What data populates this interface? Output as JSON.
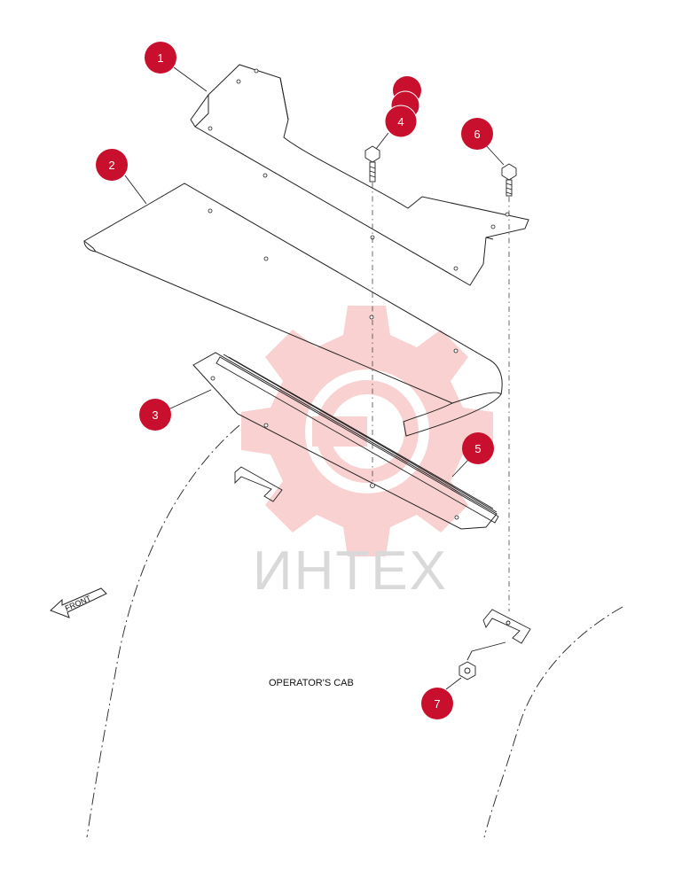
{
  "watermark": {
    "text": "ИНТЕХ",
    "gear_color": "#f8c9c9",
    "text_color": "#d9d9d9"
  },
  "labels": {
    "cab": "OPERATOR'S CAB",
    "front": "FRONT"
  },
  "callouts": [
    "1",
    "2",
    "3",
    "4",
    "5",
    "6",
    "7"
  ],
  "colors": {
    "callout": "#c8102e",
    "line": "#222222"
  }
}
